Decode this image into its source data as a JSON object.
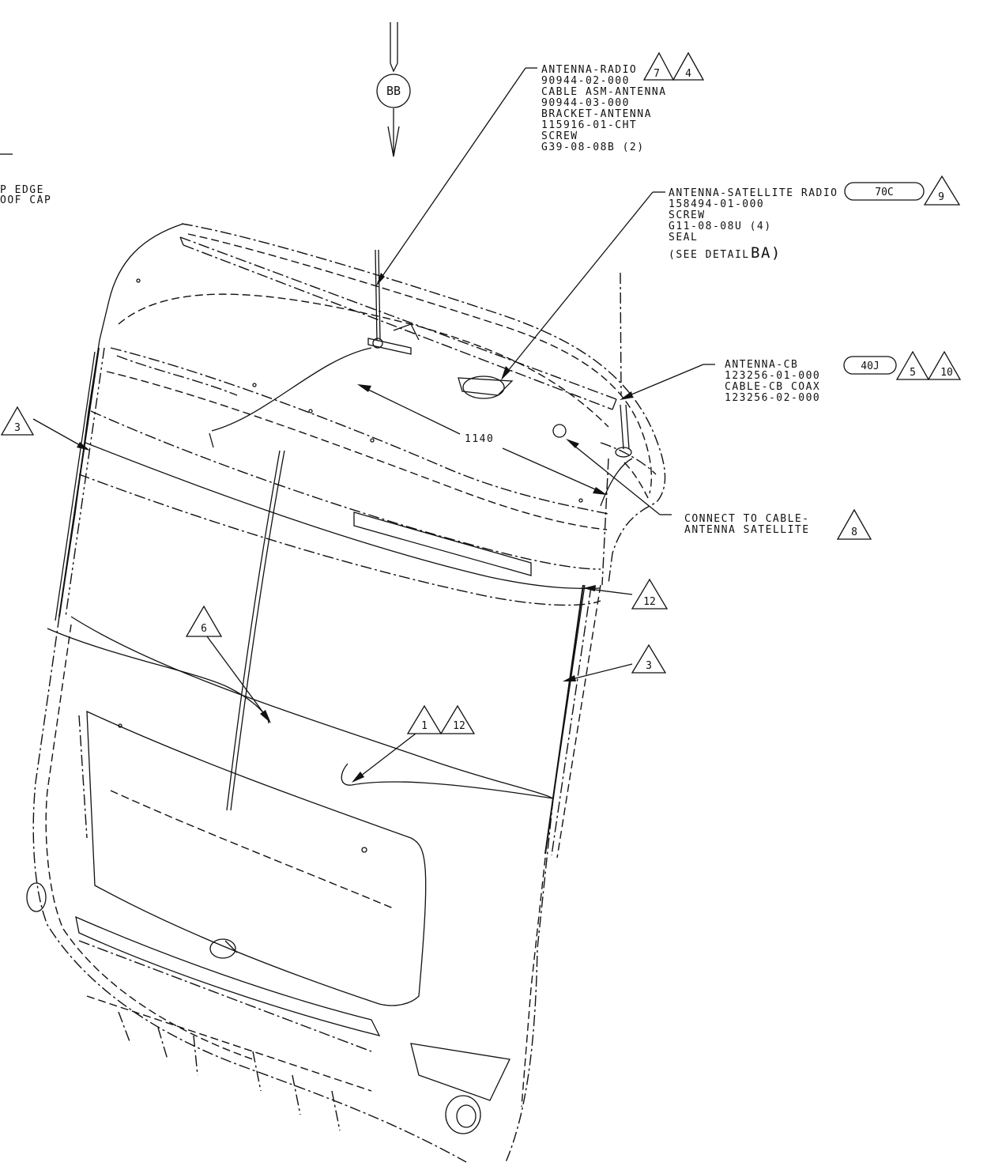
{
  "view_label": "BB",
  "partial_note": {
    "line1": "P EDGE",
    "line2": "OOF CAP"
  },
  "callouts": {
    "antenna_radio": [
      "ANTENNA-RADIO",
      "90944-02-000",
      "CABLE ASM-ANTENNA",
      "90944-03-000",
      "BRACKET-ANTENNA",
      "115916-01-CHT",
      "SCREW",
      "G39-08-08B (2)"
    ],
    "antenna_radio_flags": [
      "7",
      "4"
    ],
    "antenna_satellite": [
      "ANTENNA-SATELLITE RADIO",
      "158494-01-000",
      "SCREW",
      "G11-08-08U (4)",
      "SEAL"
    ],
    "antenna_satellite_detail": "(SEE DETAIL",
    "antenna_satellite_detail_ref": "BA)",
    "antenna_satellite_option": "70C",
    "antenna_satellite_flag": "9",
    "antenna_cb": [
      "ANTENNA-CB",
      "123256-01-000",
      "CABLE-CB COAX",
      "123256-02-000"
    ],
    "antenna_cb_option": "40J",
    "antenna_cb_flags": [
      "5",
      "10"
    ],
    "connect_cable": [
      "CONNECT TO CABLE-",
      "ANTENNA SATELLITE"
    ],
    "connect_cable_flag": "8"
  },
  "dimension": "1140",
  "flags": {
    "left_pillar": "3",
    "right_pillar": "3",
    "right_upper": "12",
    "windshield_left": "6",
    "windshield_center_a": "1",
    "windshield_center_b": "12"
  }
}
